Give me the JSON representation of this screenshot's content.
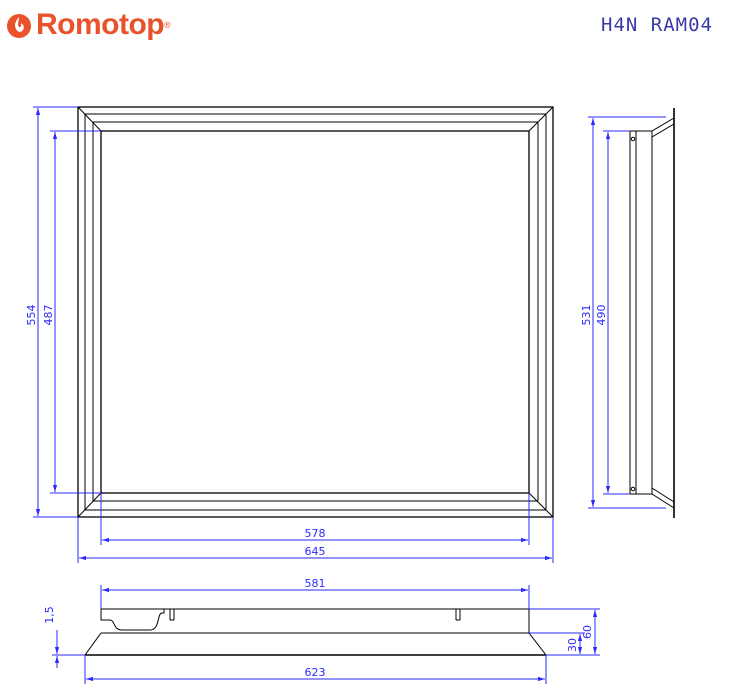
{
  "header": {
    "brand": "Romotop",
    "brand_mark": "®",
    "model_code": "H4N RAM04"
  },
  "dimensions": {
    "front_outer_height": "554",
    "front_inner_height": "487",
    "front_inner_width": "578",
    "front_outer_width": "645",
    "side_outer_height": "531",
    "side_inner_height": "490",
    "bottom_top_width": "581",
    "bottom_base_width": "623",
    "bottom_thickness": "1,5",
    "bottom_depth_small": "30",
    "bottom_depth_large": "60"
  },
  "colors": {
    "brand": "#e8532b",
    "dimension": "#2a2aff",
    "outline": "#000000",
    "code": "#3a3aa8"
  }
}
